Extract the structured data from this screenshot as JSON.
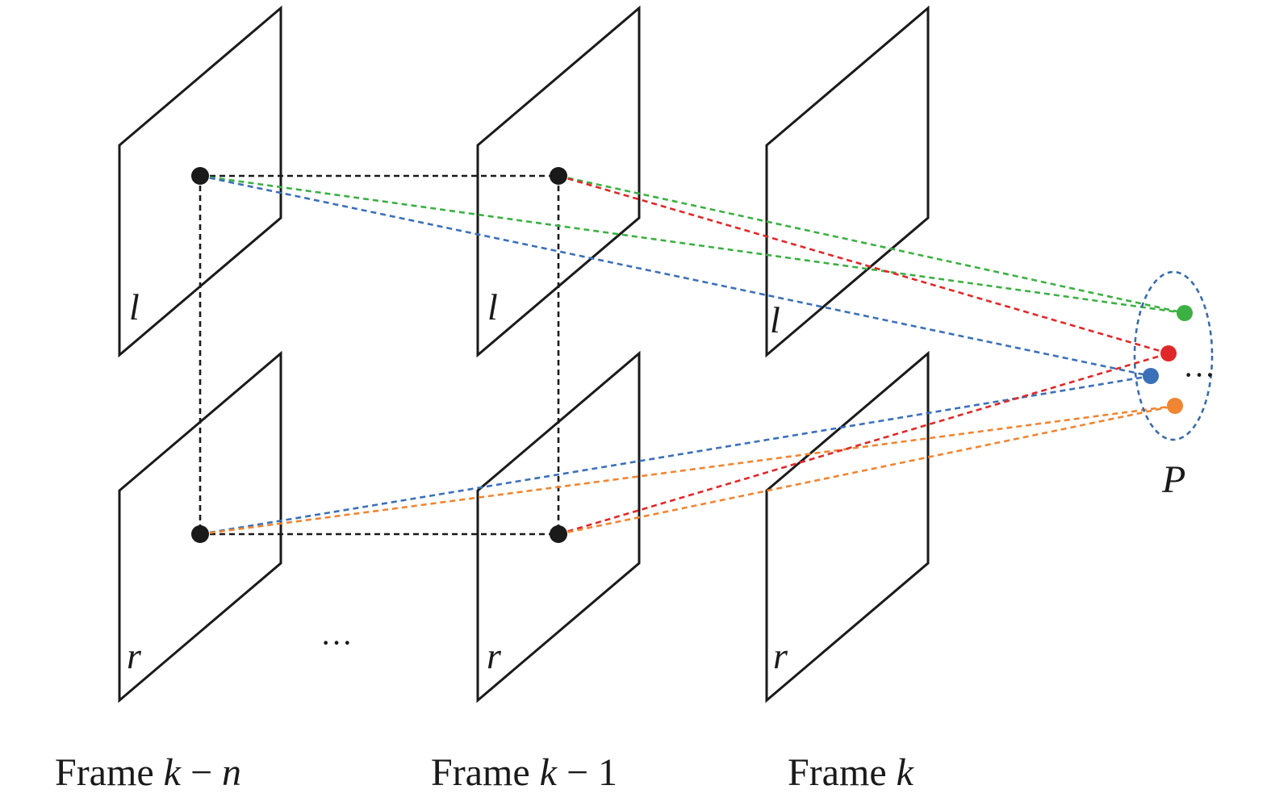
{
  "plane_labels": {
    "left": "l",
    "right": "r"
  },
  "frames": [
    {
      "id": "k-n",
      "word": "Frame",
      "index": "k",
      "minus": "−",
      "offset": "n"
    },
    {
      "id": "k-1",
      "word": "Frame",
      "index": "k",
      "minus": "−",
      "offset": "1"
    },
    {
      "id": "k",
      "word": "Frame",
      "index": "k",
      "minus": "",
      "offset": ""
    }
  ],
  "ellipsis_between_frames": "···",
  "point_set": {
    "label": "P",
    "more_marker": "···"
  },
  "colors": {
    "outline": "#1a1a1a",
    "feature_point": "#1a1a1a",
    "correspondence_link": "#1a1a1a",
    "green": "#3cb043",
    "red": "#e02828",
    "blue": "#3b70b8",
    "orange": "#f08532",
    "set_boundary": "#3a6ba8"
  }
}
